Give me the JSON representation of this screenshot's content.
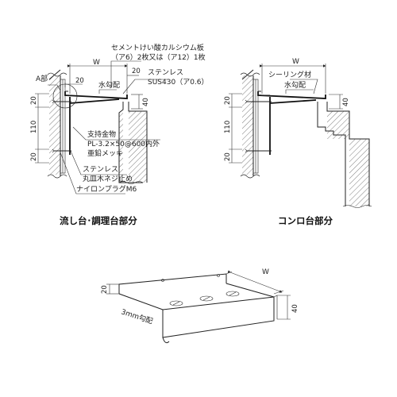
{
  "labels": {
    "left_material": "セメントけい酸カルシウム板",
    "left_material_thickness": "（ア6）2枚又は（ア12）1枚",
    "width_mark": "W",
    "dim_20": "20",
    "dim_110": "110",
    "dim_40": "40",
    "part_a": "A部",
    "slope": "水勾配",
    "stainless": "ステンレス",
    "stainless_spec": "SUS430（ア0.6）",
    "bracket": "支持金物",
    "bracket_spec": "PL-3.2×50@600内外",
    "bracket_finish": "亜鉛メッキ",
    "screw": "ステンレス",
    "screw_spec": "丸皿木ネジ止め",
    "plug": "ナイロンプラグM6",
    "caption_left": "流し台･調理台部分",
    "sealing": "シーリング材",
    "caption_right": "コンロ台部分",
    "slope_3mm": "3mm勾配"
  }
}
